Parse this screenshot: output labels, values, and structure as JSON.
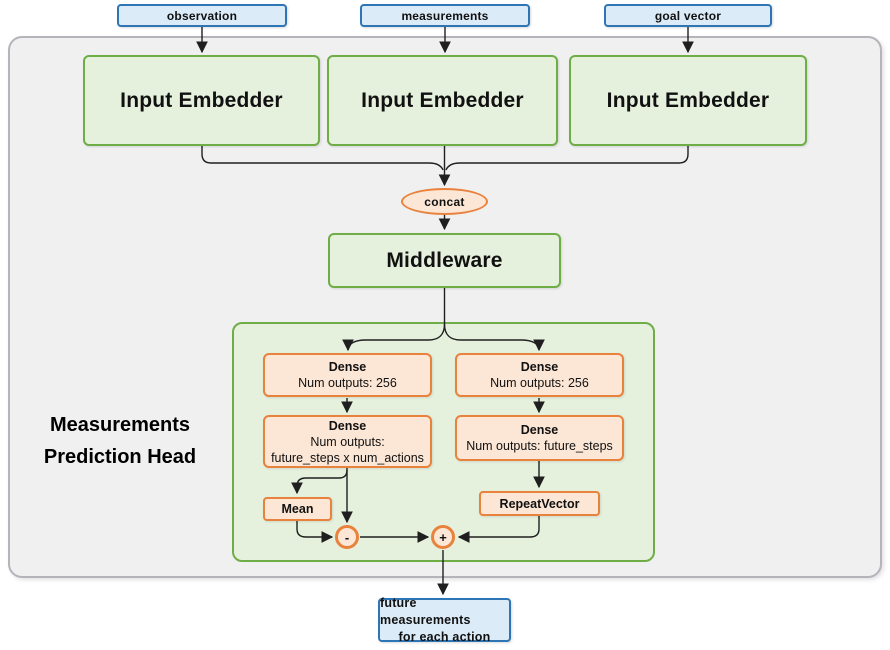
{
  "colors": {
    "green_fill": "#e5f0dd",
    "green_border": "#6fae47",
    "orange_fill": "#fce6d5",
    "orange_border": "#e8823c",
    "blue_fill": "#dcebf8",
    "blue_border": "#2e75b6",
    "container_fill": "#f0f0f1",
    "container_border": "#b4b4ba",
    "line_color": "#1f1f1f"
  },
  "inputs": [
    {
      "label": "observation"
    },
    {
      "label": "measurements"
    },
    {
      "label": "goal vector"
    }
  ],
  "embedders": [
    {
      "label": "Input Embedder"
    },
    {
      "label": "Input Embedder"
    },
    {
      "label": "Input Embedder"
    }
  ],
  "concat": {
    "label": "concat"
  },
  "middleware": {
    "label": "Middleware"
  },
  "head": {
    "title": {
      "line1": "Measurements",
      "line2": "Prediction Head"
    },
    "dense_left_1": {
      "name": "Dense",
      "outputs": "Num outputs: 256"
    },
    "dense_right_1": {
      "name": "Dense",
      "outputs": "Num outputs: 256"
    },
    "dense_left_2": {
      "name": "Dense",
      "outputs": "Num outputs:",
      "outputs2": "future_steps x num_actions"
    },
    "dense_right_2": {
      "name": "Dense",
      "outputs": "Num outputs: future_steps"
    },
    "mean": {
      "label": "Mean"
    },
    "repeat_vector": {
      "label": "RepeatVector"
    },
    "minus": {
      "label": "-"
    },
    "plus": {
      "label": "+"
    }
  },
  "output": {
    "line1": "future measurements",
    "line2": "for each action"
  }
}
